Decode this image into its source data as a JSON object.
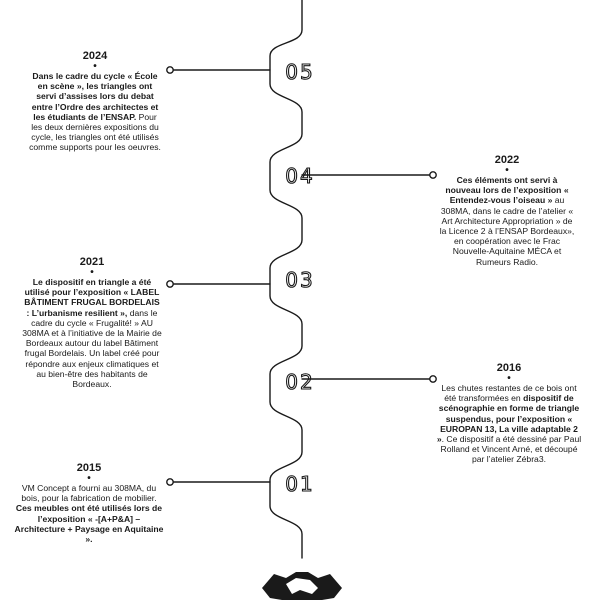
{
  "colors": {
    "line": "#1a1a1a",
    "text": "#1a1a1a",
    "background": "#ffffff"
  },
  "bottom_icon": "handshake-icon",
  "entries": [
    {
      "id": "2024",
      "year": "2024",
      "number": "05",
      "segments": [
        {
          "t": "Dans le cadre du cycle « École en scène », les triangles ont servi d’assises lors du debat entre l’Ordre des architectes et les étudiants de l’ENSAP.",
          "b": true
        },
        {
          "t": " Pour les deux dernières expositions du cycle, les triangles ont été utilisés comme supports pour les oeuvres.",
          "b": false
        }
      ]
    },
    {
      "id": "2022",
      "year": "2022",
      "number": "04",
      "segments": [
        {
          "t": "Ces éléments ont servi à nouveau lors de l’exposition « Entendez-vous l’oiseau »",
          "b": true
        },
        {
          "t": " au 308MA, dans le cadre de l’atelier « Art Architecture Appropriation » de la Licence 2 à l’ENSAP Bordeaux», en coopération avec le Frac Nouvelle-Aquitaine MÉCA et Rumeurs Radio.",
          "b": false
        }
      ]
    },
    {
      "id": "2021",
      "year": "2021",
      "number": "03",
      "segments": [
        {
          "t": "Le dispositif en triangle a été utilisé pour l’exposition « LABEL BÂTIMENT FRUGAL BORDELAIS : L’urbanisme resilient »,",
          "b": true
        },
        {
          "t": " dans le cadre du cycle « Frugalité! » AU 308MA et à l’initiative de la Mairie de Bordeaux autour du label Bâtiment frugal Bordelais. Un label créé pour répondre aux enjeux climatiques et au bien-être des habitants de Bordeaux.",
          "b": false
        }
      ]
    },
    {
      "id": "2016",
      "year": "2016",
      "number": "02",
      "segments": [
        {
          "t": "Les chutes restantes de ce bois ont été transformées en ",
          "b": false
        },
        {
          "t": "dispositif de scénographie en forme de triangle suspendus, pour l’exposition « EUROPAN 13, La ville adaptable 2 »",
          "b": true
        },
        {
          "t": ". Ce dispositif a été dessiné par Paul Rolland et Vincent Arné, et découpé par l’atelier Zébra3.",
          "b": false
        }
      ]
    },
    {
      "id": "2015",
      "year": "2015",
      "number": "01",
      "segments": [
        {
          "t": "VM Concept a fourni au 308MA, du bois, pour la fabrication de mobilier. ",
          "b": false
        },
        {
          "t": "Ces meubles ont été utilisés lors de l’exposition « -[A+P&A] – Architecture + Paysage en Aquitaine ».",
          "b": true
        }
      ]
    }
  ]
}
